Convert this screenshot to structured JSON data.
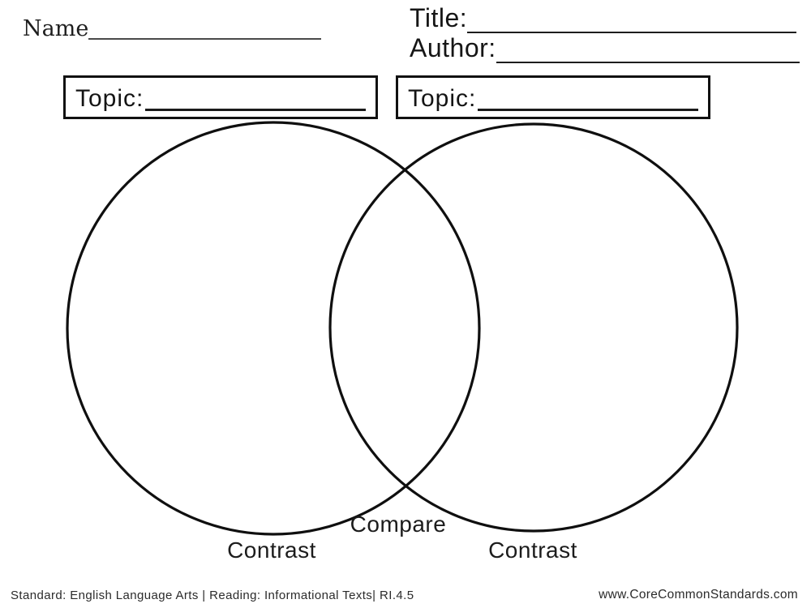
{
  "header": {
    "name_label": "Name",
    "name_value": "",
    "title_label": "Title:",
    "title_value": "",
    "author_label": "Author:",
    "author_value": ""
  },
  "topics": {
    "left": {
      "label": "Topic:",
      "value": ""
    },
    "right": {
      "label": "Topic:",
      "value": ""
    }
  },
  "venn": {
    "compare_label": "Compare",
    "contrast_left_label": "Contrast",
    "contrast_right_label": "Contrast"
  },
  "footer": {
    "standard": "Standard: English Language Arts | Reading: Informational Texts| RI.4.5",
    "website": "www.CoreCommonStandards.com"
  },
  "colors": {
    "ink": "#111111",
    "blank_line": "#4a4a4a",
    "paper": "#ffffff"
  }
}
